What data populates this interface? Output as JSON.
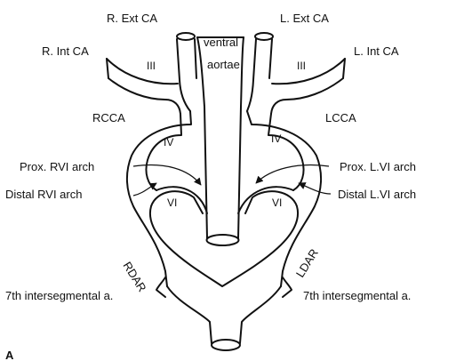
{
  "labels": {
    "r_ext_ca": "R. Ext CA",
    "l_ext_ca": "L. Ext CA",
    "r_int_ca": "R. Int CA",
    "l_int_ca": "L. Int CA",
    "ventral": "ventral",
    "aortae": "aortae",
    "rcca": "RCCA",
    "lcca": "LCCA",
    "prox_rvi": "Prox. RVI arch",
    "prox_lvi": "Prox. L.VI arch",
    "distal_rvi": "Distal RVI arch",
    "distal_lvi": "Distal L.VI arch",
    "rdar": "RDAR",
    "ldar": "LDAR",
    "seventh_left": "7th intersegmental a.",
    "seventh_right": "7th intersegmental a.",
    "panel_letter": "A"
  },
  "arches": {
    "iii_left": "III",
    "iii_right": "III",
    "iv_left": "IV",
    "iv_right": "IV",
    "vi_left": "VI",
    "vi_right": "VI"
  }
}
